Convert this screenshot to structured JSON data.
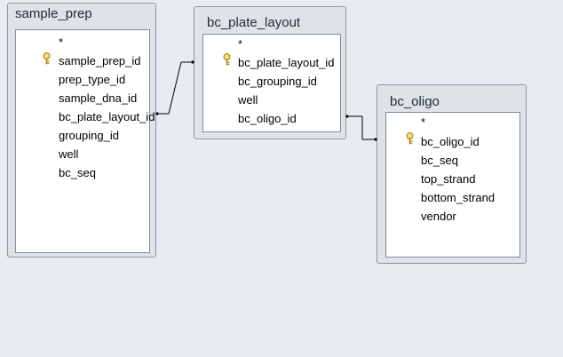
{
  "tables": {
    "sample_prep": {
      "title": "sample_prep",
      "fields": [
        "*",
        "sample_prep_id",
        "prep_type_id",
        "sample_dna_id",
        "bc_plate_layout_id",
        "grouping_id",
        "well",
        "bc_seq"
      ],
      "key_field": "sample_prep_id"
    },
    "bc_plate_layout": {
      "title": "bc_plate_layout",
      "fields": [
        "*",
        "bc_plate_layout_id",
        "bc_grouping_id",
        "well",
        "bc_oligo_id"
      ],
      "key_field": "bc_plate_layout_id"
    },
    "bc_oligo": {
      "title": "bc_oligo",
      "fields": [
        "*",
        "bc_oligo_id",
        "bc_seq",
        "top_strand",
        "bottom_strand",
        "vendor"
      ],
      "key_field": "bc_oligo_id"
    }
  },
  "icons": {
    "primary_key": "key-icon"
  },
  "colors": {
    "key_gold": "#d9a520",
    "connector": "#000000"
  }
}
